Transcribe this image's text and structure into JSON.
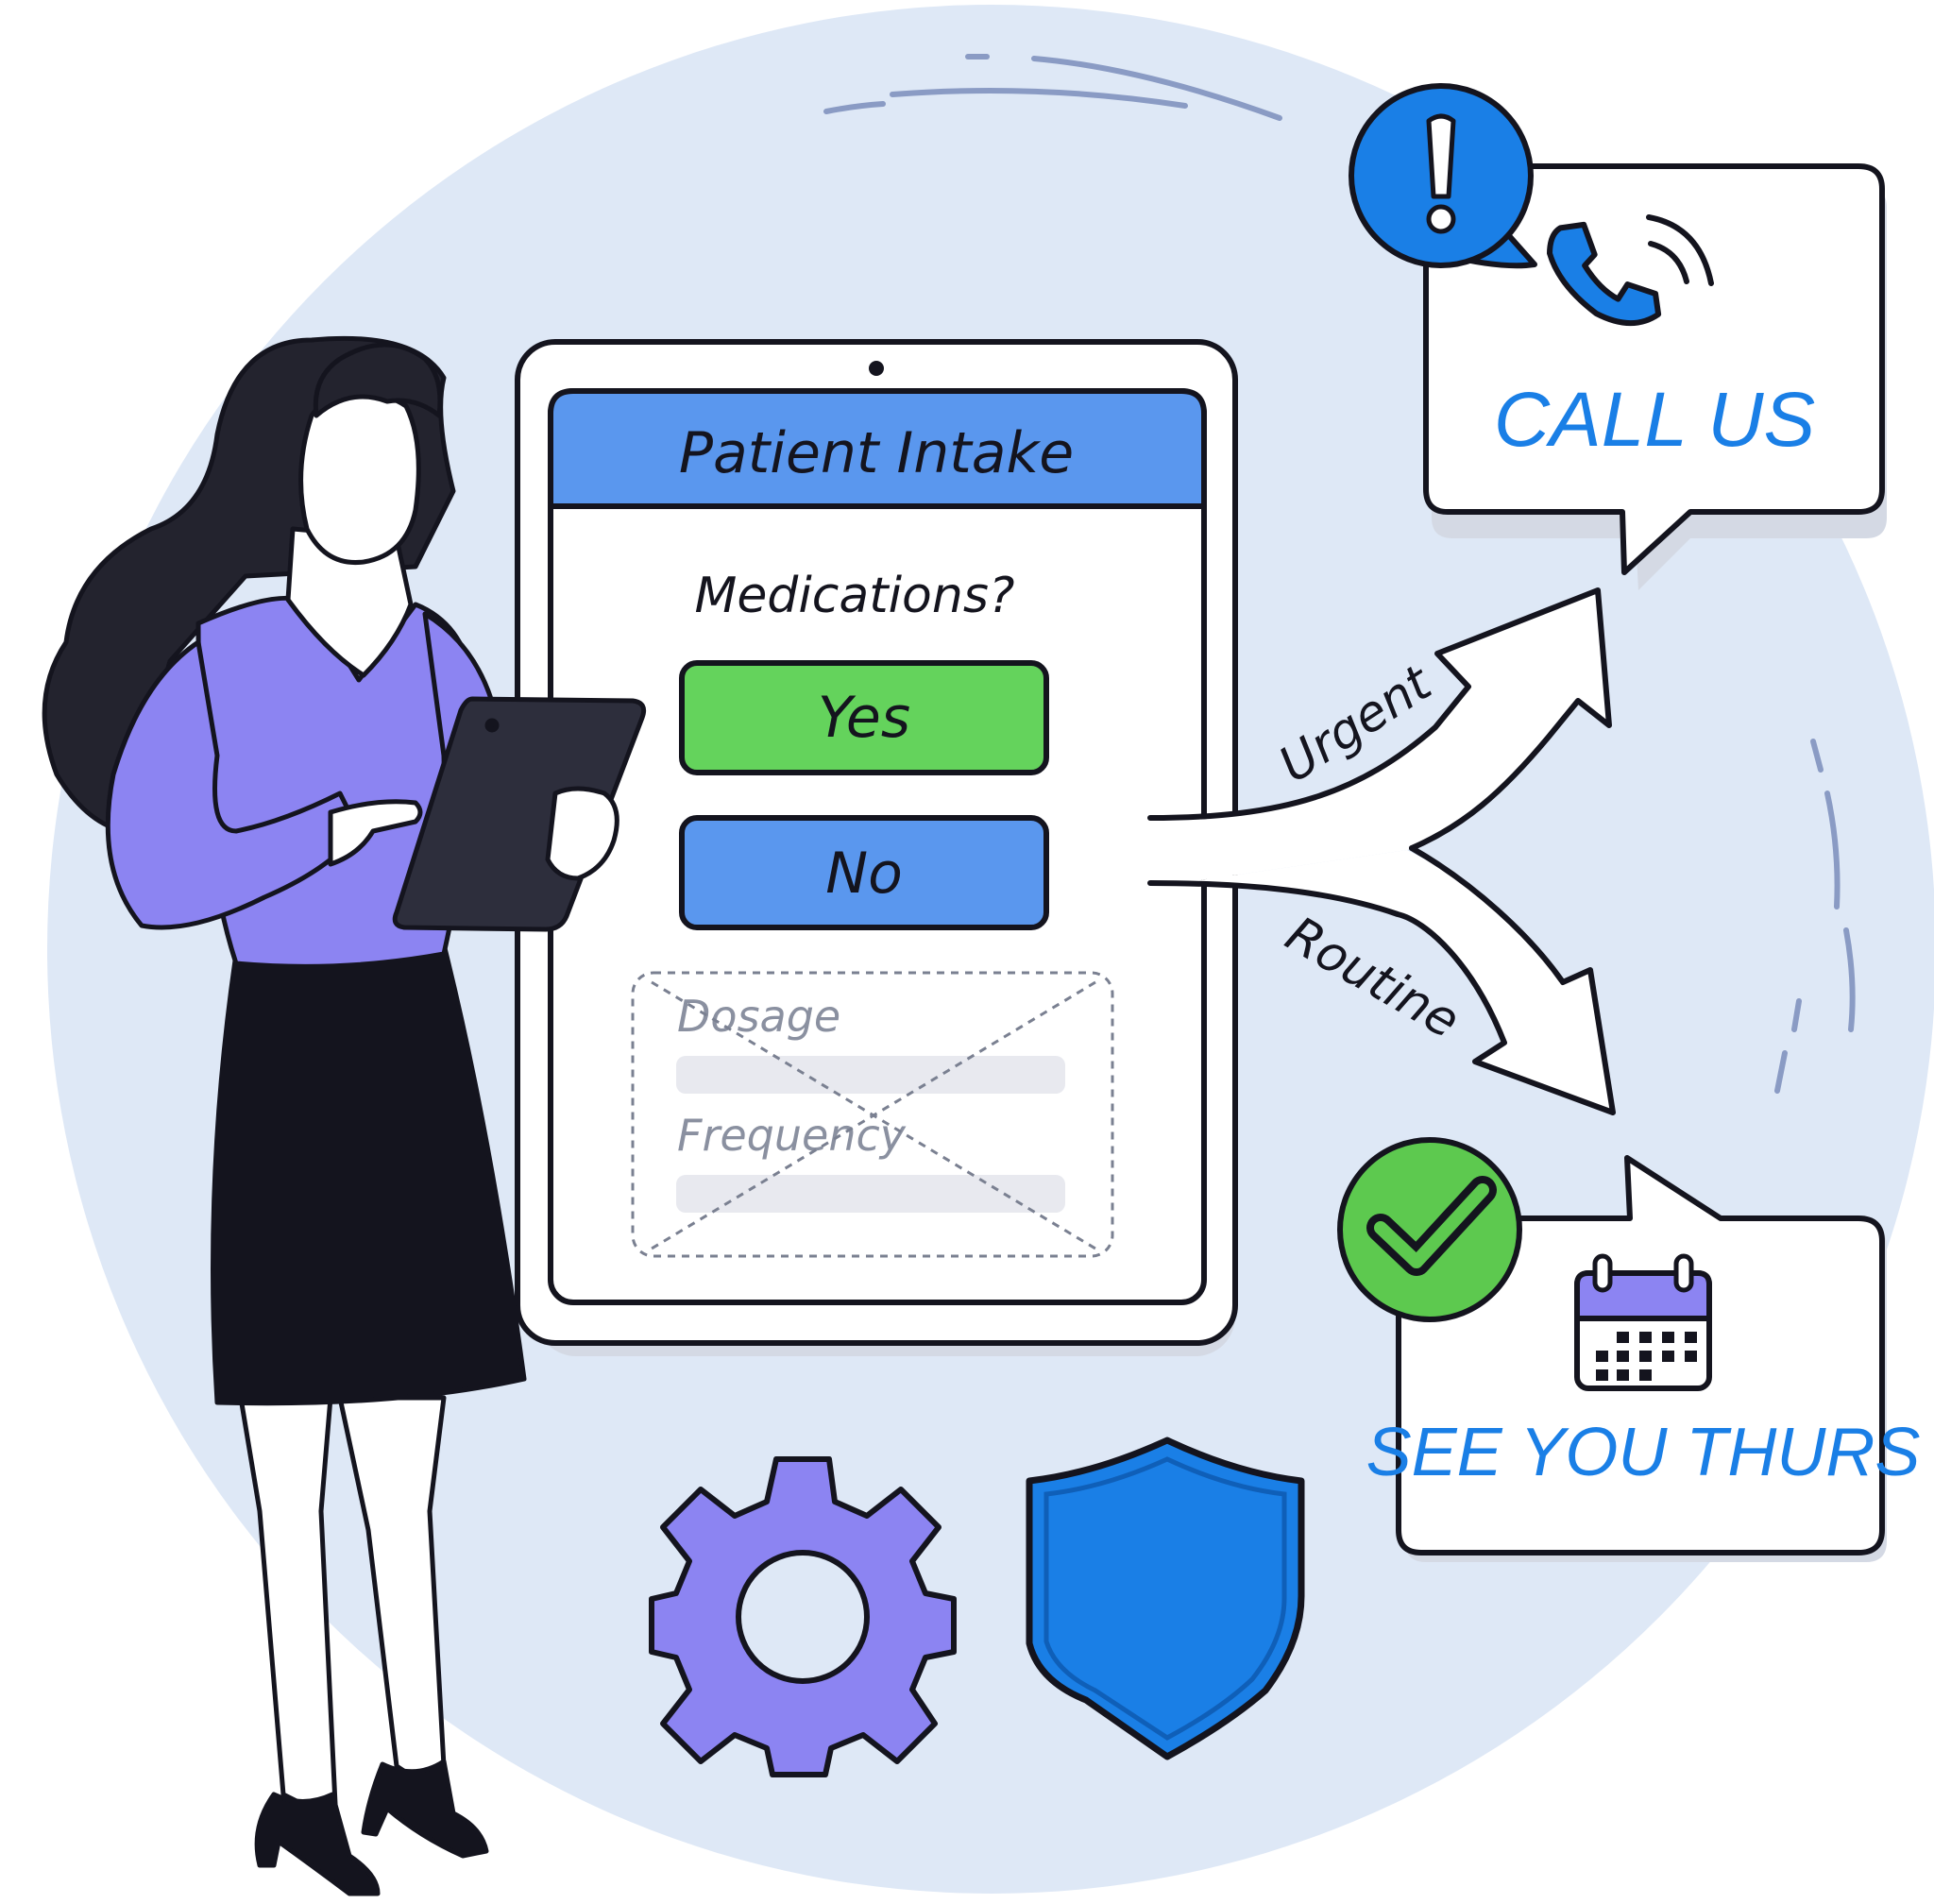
{
  "palette": {
    "backdrop": "#DEE8F6",
    "ink": "#14141E",
    "accent_blue": "#1A7FE6",
    "form_header_blue": "#5A97EE",
    "yes_green": "#64D35C",
    "no_blue": "#5A97EE",
    "check_green": "#5DC94F",
    "purple": "#8C84F2",
    "disabled_gray": "#8A90A0"
  },
  "tablet": {
    "title": "Patient Intake",
    "question": "Medications?",
    "yes_label": "Yes",
    "no_label": "No",
    "disabled_fields": {
      "dosage_label": "Dosage",
      "frequency_label": "Frequency"
    }
  },
  "branches": {
    "urgent_label": "Urgent",
    "routine_label": "Routine"
  },
  "outcomes": {
    "urgent": {
      "text": "CALL US",
      "badge_icon": "exclamation-icon",
      "icon": "phone-icon"
    },
    "routine": {
      "text": "SEE YOU THURS",
      "badge_icon": "checkmark-icon",
      "icon": "calendar-icon"
    }
  },
  "decor_icons": [
    "gear-icon",
    "shield-icon"
  ],
  "figure": "woman-holding-tablet-illustration"
}
